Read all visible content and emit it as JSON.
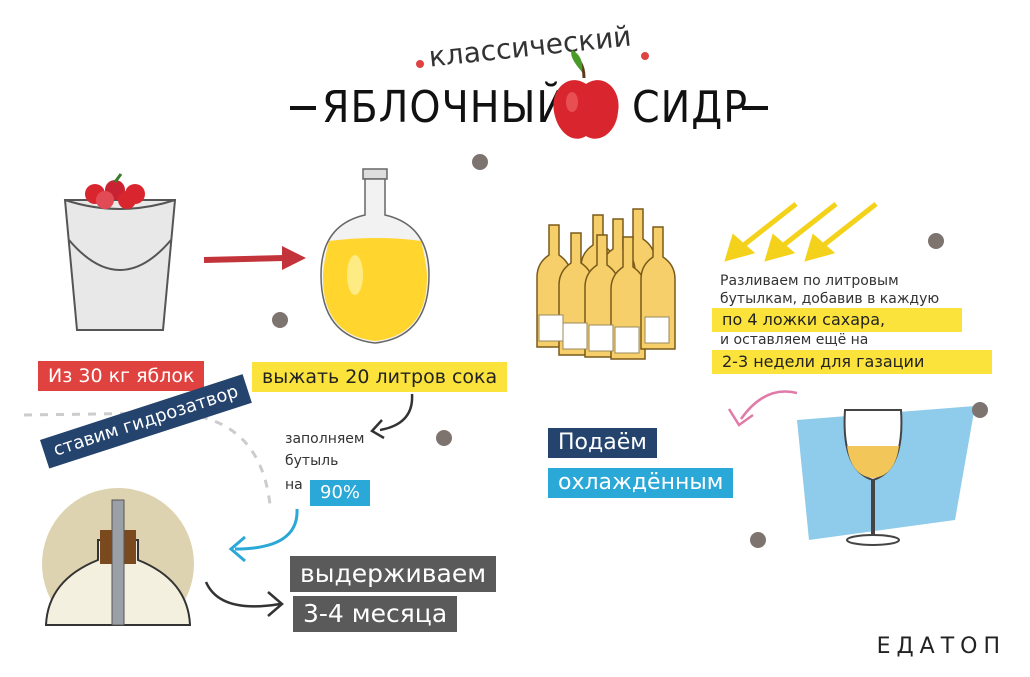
{
  "title": {
    "top": "классический",
    "left": "ЯБЛОЧНЫЙ",
    "right": "СИДР"
  },
  "steps": {
    "apples": "Из 30 кг яблок",
    "juice": "выжать 20 литров сока",
    "fill_line1": "заполняем",
    "fill_line2": "бутыль",
    "fill_line3": "на",
    "fill_percent": "90%",
    "airlock": "ставим гидрозатвор",
    "age_line1": "выдерживаем",
    "age_line2": "3-4 месяца",
    "bottle_text1": "Разливаем по литровым",
    "bottle_text2": "бутылкам, добавив в каждую",
    "sugar": "по 4 ложки сахара,",
    "bottle_text3": "и оставляем ещё на",
    "weeks": "2-3 недели для газации",
    "serve1": "Подаём",
    "serve2": "охлаждённым"
  },
  "brand": "ЕДАТОП",
  "colors": {
    "red": "#e0433f",
    "yellow": "#fbe33b",
    "cyan": "#2aa8d8",
    "navy": "#24436d",
    "gray": "#5a5a5a"
  }
}
